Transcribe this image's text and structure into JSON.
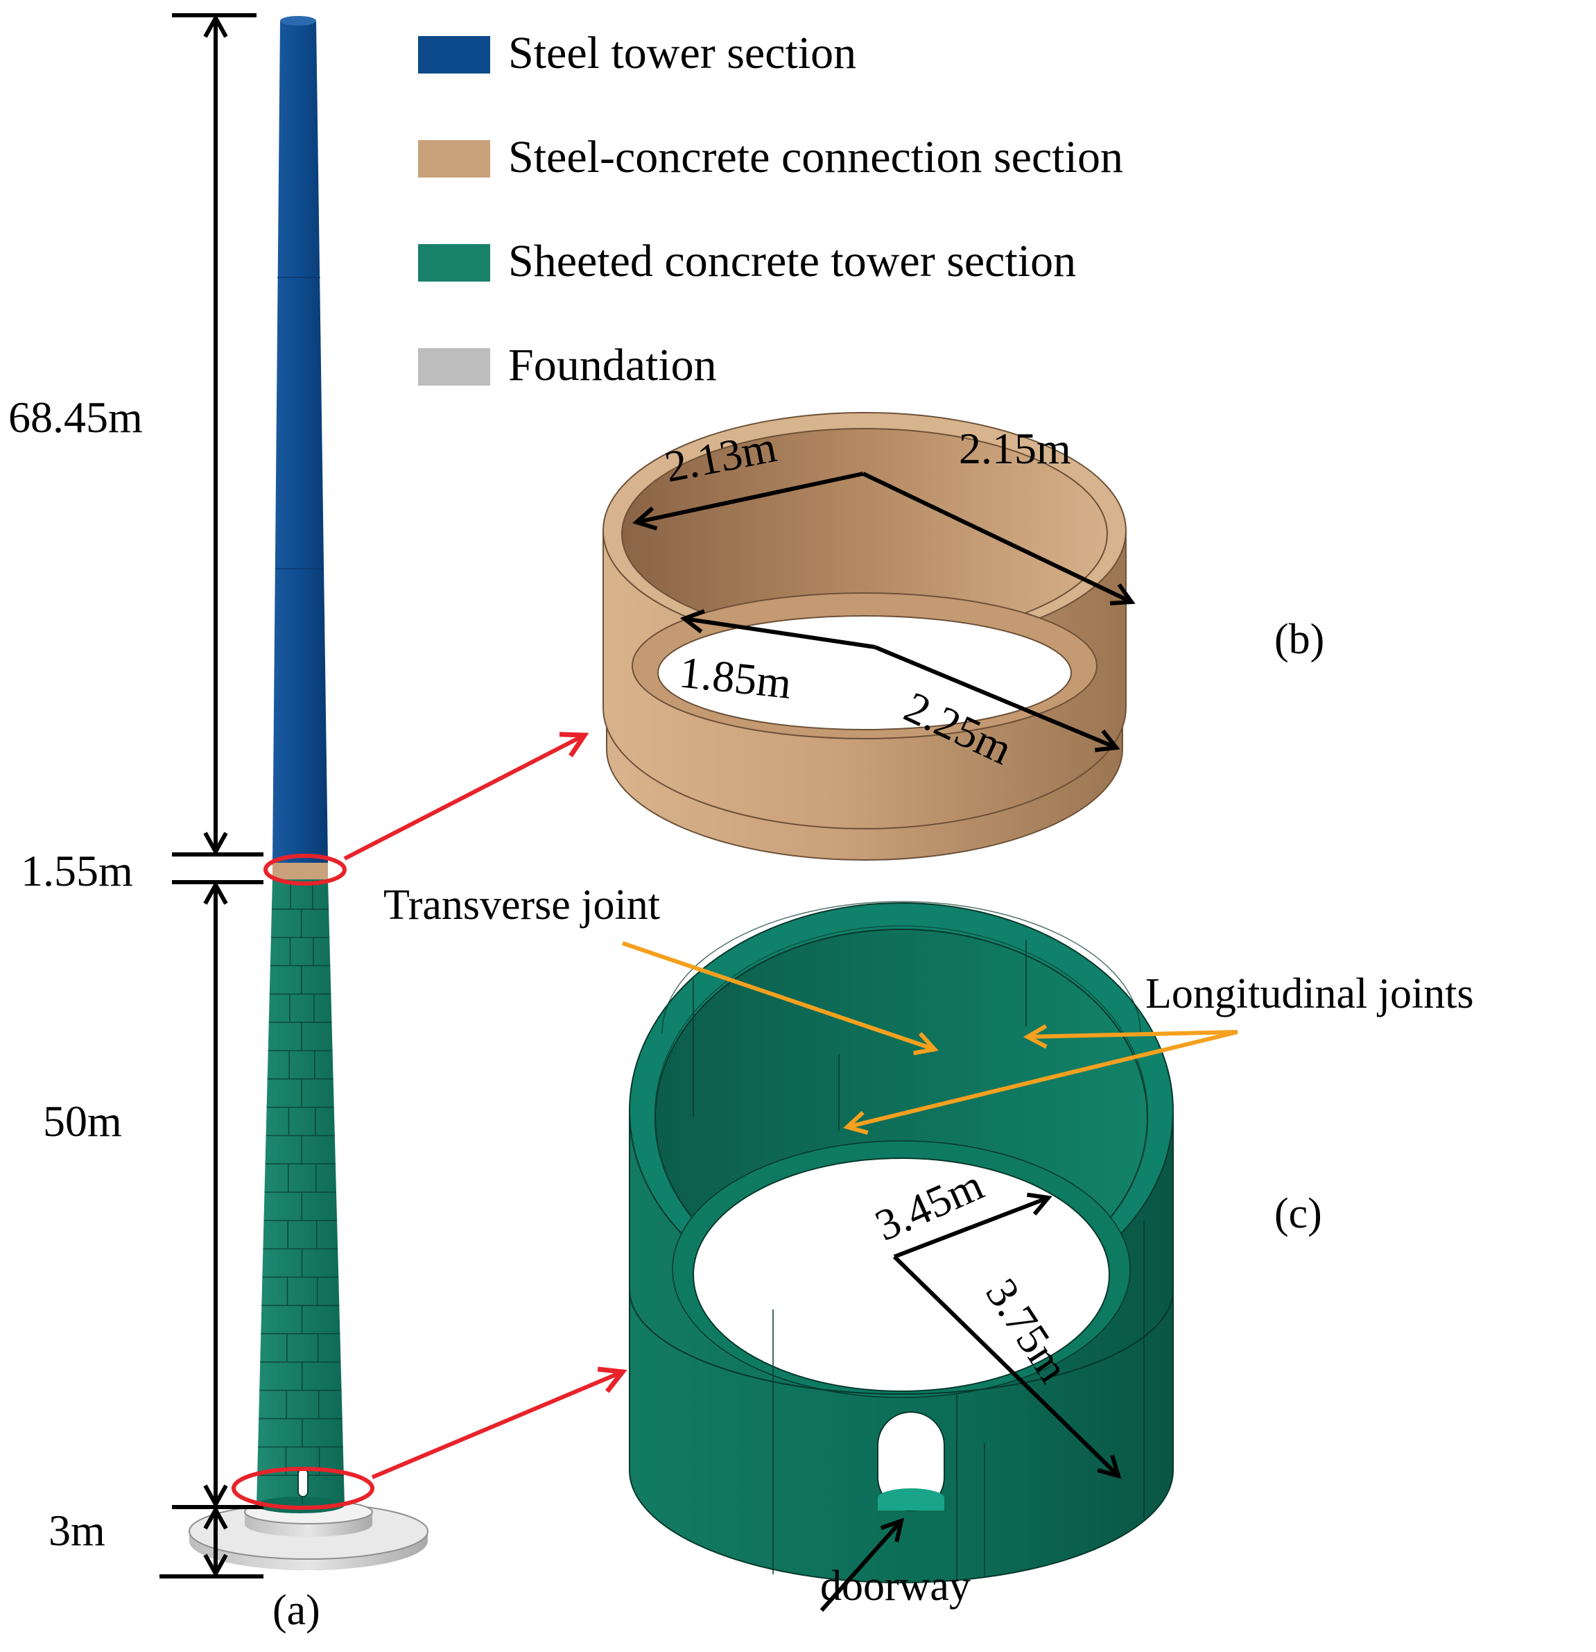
{
  "legend": {
    "items": [
      {
        "label": "Steel tower section",
        "color": "#0d4a8c"
      },
      {
        "label": "Steel-concrete connection section",
        "color": "#c9a17a"
      },
      {
        "label": "Sheeted concrete tower section",
        "color": "#19806a"
      },
      {
        "label": "Foundation",
        "color": "#b8b8b8"
      }
    ]
  },
  "dimensions": {
    "steel_height": "68.45m",
    "connection_height": "1.55m",
    "concrete_height": "50m",
    "foundation_height": "3m"
  },
  "panels": {
    "a": "(a)",
    "b": "(b)",
    "c": "(c)"
  },
  "connection_ring": {
    "d1": "2.13m",
    "d2": "2.15m",
    "d3": "1.85m",
    "d4": "2.25m"
  },
  "concrete_ring": {
    "d1": "3.45m",
    "d2": "3.75m",
    "transverse_joint": "Transverse joint",
    "longitudinal_joints": "Longitudinal joints",
    "doorway": "doorway"
  },
  "colors": {
    "steel": "#0d4a8c",
    "connection": "#c9a17a",
    "concrete": "#19806a",
    "foundation": "#c8c8c8",
    "highlight": "#e8232a",
    "annotation": "#f5a01e"
  }
}
